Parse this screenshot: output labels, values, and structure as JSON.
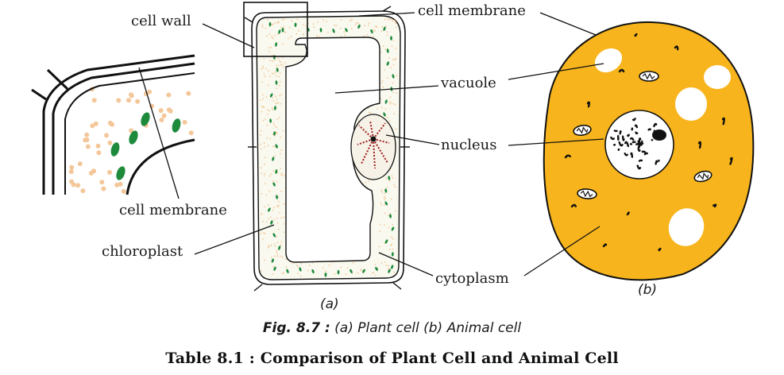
{
  "labels": {
    "cell_wall": "cell wall",
    "cell_membrane_top": "cell membrane",
    "vacuole": "vacuole",
    "nucleus": "nucleus",
    "cell_membrane_inset": "cell membrane",
    "chloroplast": "chloroplast",
    "cytoplasm": "cytoplasm",
    "sub_a": "(a)",
    "sub_b": "(b)"
  },
  "caption": {
    "fig_number": "Fig. 8.7 :",
    "fig_text": " (a) Plant cell (b) Animal cell",
    "table_title": "Table 8.1 : Comparison of Plant Cell and Animal Cell"
  },
  "colors": {
    "animal_cytoplasm": "#f7b41c",
    "chloroplast": "#1e8a3c",
    "plant_dots": "#f3c79a",
    "chromatin": "#9b1c1c"
  }
}
